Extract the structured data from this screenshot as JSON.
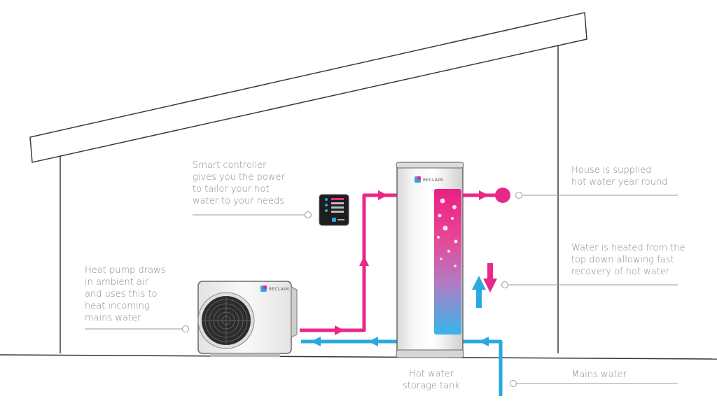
{
  "labels": {
    "smart_controller": "Smart controller\ngives you the power\nto tailor your hot\nwater to your needs",
    "house_supplied": "House is supplied\nhot water year round",
    "water_heated": "Water is heated from the\ntop down allowing fast\nrecovery of hot water",
    "heat_pump": "Heat pump draws\nin ambient air\nand uses this to\nheat incoming\nmains water",
    "storage_tank": "Hot water\nstorage tank",
    "mains_water": "Mains water"
  },
  "brand": {
    "name": "RECLAIM"
  },
  "colors": {
    "hot": "#e8298a",
    "cold": "#2aa8e0",
    "outline": "#444444",
    "label": "#8a8a8a"
  }
}
